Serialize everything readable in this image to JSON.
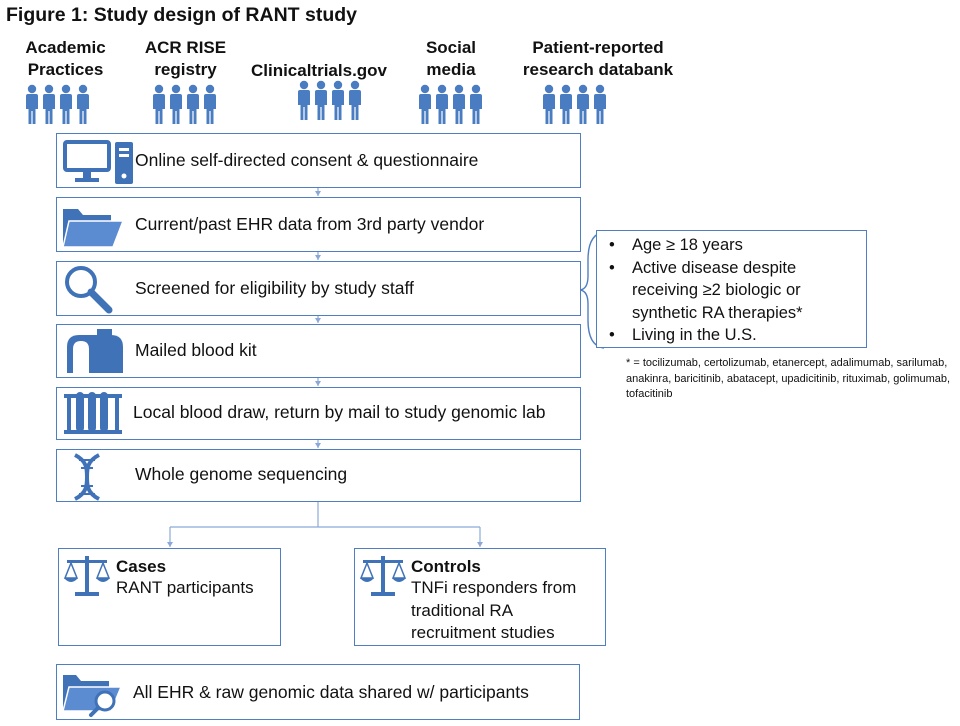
{
  "title": "Figure 1: Study design of RANT study",
  "sources": [
    {
      "label": "Academic Practices"
    },
    {
      "label": "ACR RISE registry"
    },
    {
      "label": "Clinicaltrials.gov"
    },
    {
      "label": "Social media"
    },
    {
      "label": "Patient-reported research databank"
    }
  ],
  "steps": [
    {
      "text": "Online self-directed consent & questionnaire",
      "icon": "computer-icon"
    },
    {
      "text": "Current/past EHR data from 3rd party vendor",
      "icon": "folder-icon"
    },
    {
      "text": "Screened for eligibility by study staff",
      "icon": "magnifier-icon"
    },
    {
      "text": "Mailed blood kit",
      "icon": "mailbox-icon"
    },
    {
      "text": "Local blood draw, return by mail to study genomic lab",
      "icon": "test-tubes-icon"
    },
    {
      "text": "Whole genome sequencing",
      "icon": "dna-icon"
    }
  ],
  "criteria": [
    "Age ≥ 18 years",
    "Active disease despite receiving ≥2 biologic or synthetic RA therapies*",
    "Living in the U.S."
  ],
  "footnote": "* = tocilizumab, certolizumab, etanercept, adalimumab, sarilumab, anakinra, baricitinib, abatacept, upadicitinib, rituximab, golimumab, tofacitinib",
  "groups": [
    {
      "title": "Cases",
      "desc": "RANT participants",
      "icon": "scale-icon"
    },
    {
      "title": "Controls",
      "desc": "TNFi responders from traditional RA recruitment studies",
      "icon": "scale-icon"
    }
  ],
  "final_step": {
    "text": "All EHR & raw genomic data shared w/ participants",
    "icon": "folder-search-icon"
  },
  "colors": {
    "border": "#4f7fc0",
    "icon": "#3f72b7",
    "people": "#4a7cc1"
  }
}
